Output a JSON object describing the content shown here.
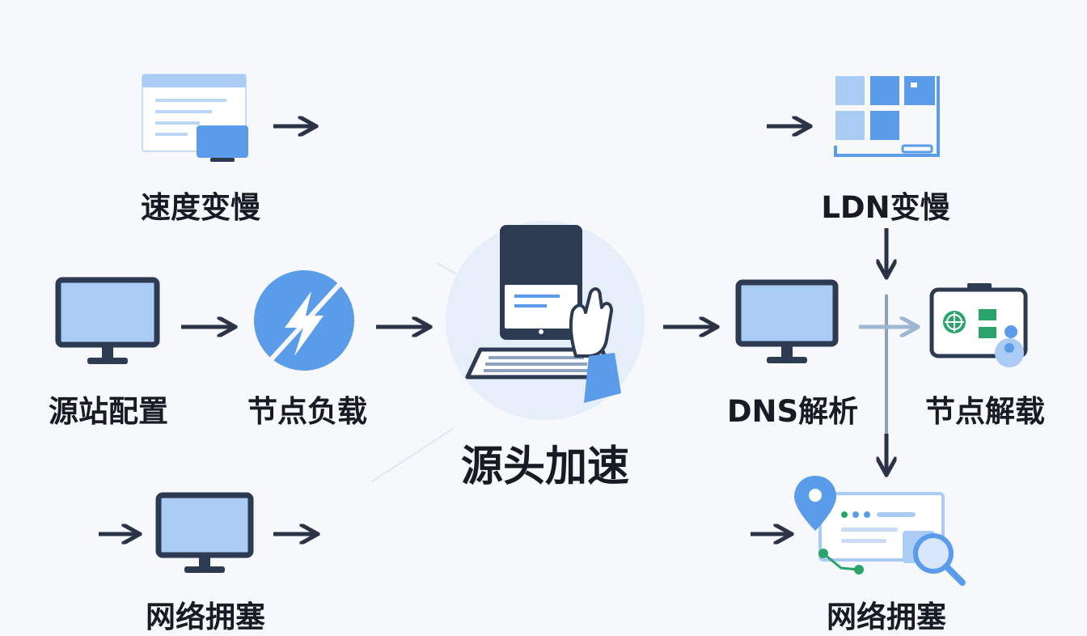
{
  "labels": {
    "speed_slow": "速度变慢",
    "cdn_slow": "LDN变慢",
    "origin_config": "源站配置",
    "node_load": "节点负载",
    "dns_resolve": "DNS解析",
    "node_unload": "节点解载",
    "source_accel": "源头加速",
    "bottom_left": "网络拥塞",
    "bottom_right": "网络拥塞"
  },
  "colors": {
    "dark": "#2c3a52",
    "blue": "#5b9cea",
    "light_blue": "#a9cbf4",
    "pale_blue": "#d7e6fa",
    "green": "#2aa46a",
    "arrow": "#2a3446",
    "arrow_light": "#9db6d3"
  },
  "icons": {
    "speed_slow": "browser-window-icon",
    "cdn_slow": "grid-dashboard-icon",
    "origin_config": "monitor-icon",
    "node_load": "lightning-bolt-icon",
    "center": "tablet-keyboard-hand-icon",
    "dns_resolve": "monitor-icon",
    "node_unload": "network-dashboard-icon",
    "bottom_left": "monitor-icon",
    "bottom_right": "map-pin-search-icon"
  }
}
